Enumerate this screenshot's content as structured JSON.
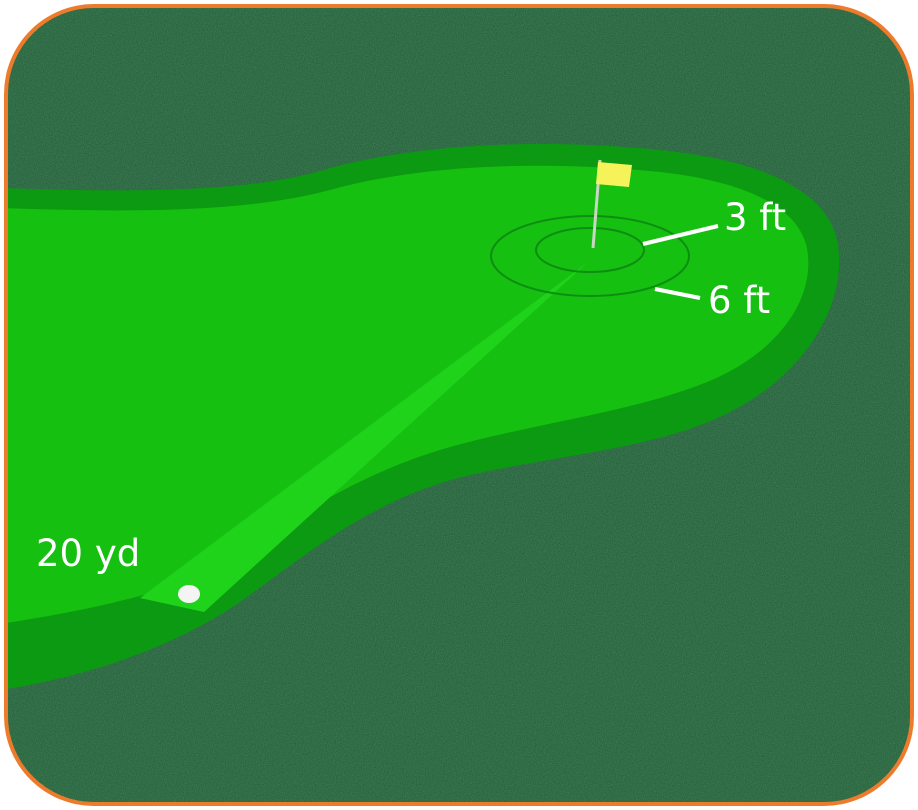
{
  "labels": {
    "inner_ring": "3 ft",
    "outer_ring": "6 ft",
    "ball_distance": "20 yd"
  },
  "colors": {
    "frame": "#ee7b2c",
    "rough": "#1f5a33",
    "fringe": "#0c9a12",
    "green": "#16c010",
    "target_wedge": "#1fd31a",
    "flag": "#f6f25a",
    "ring_stroke": "#0d8d12",
    "ball": "#f4f4f4"
  },
  "icons": {
    "flag": "flag-icon",
    "ball": "golf-ball-icon"
  }
}
